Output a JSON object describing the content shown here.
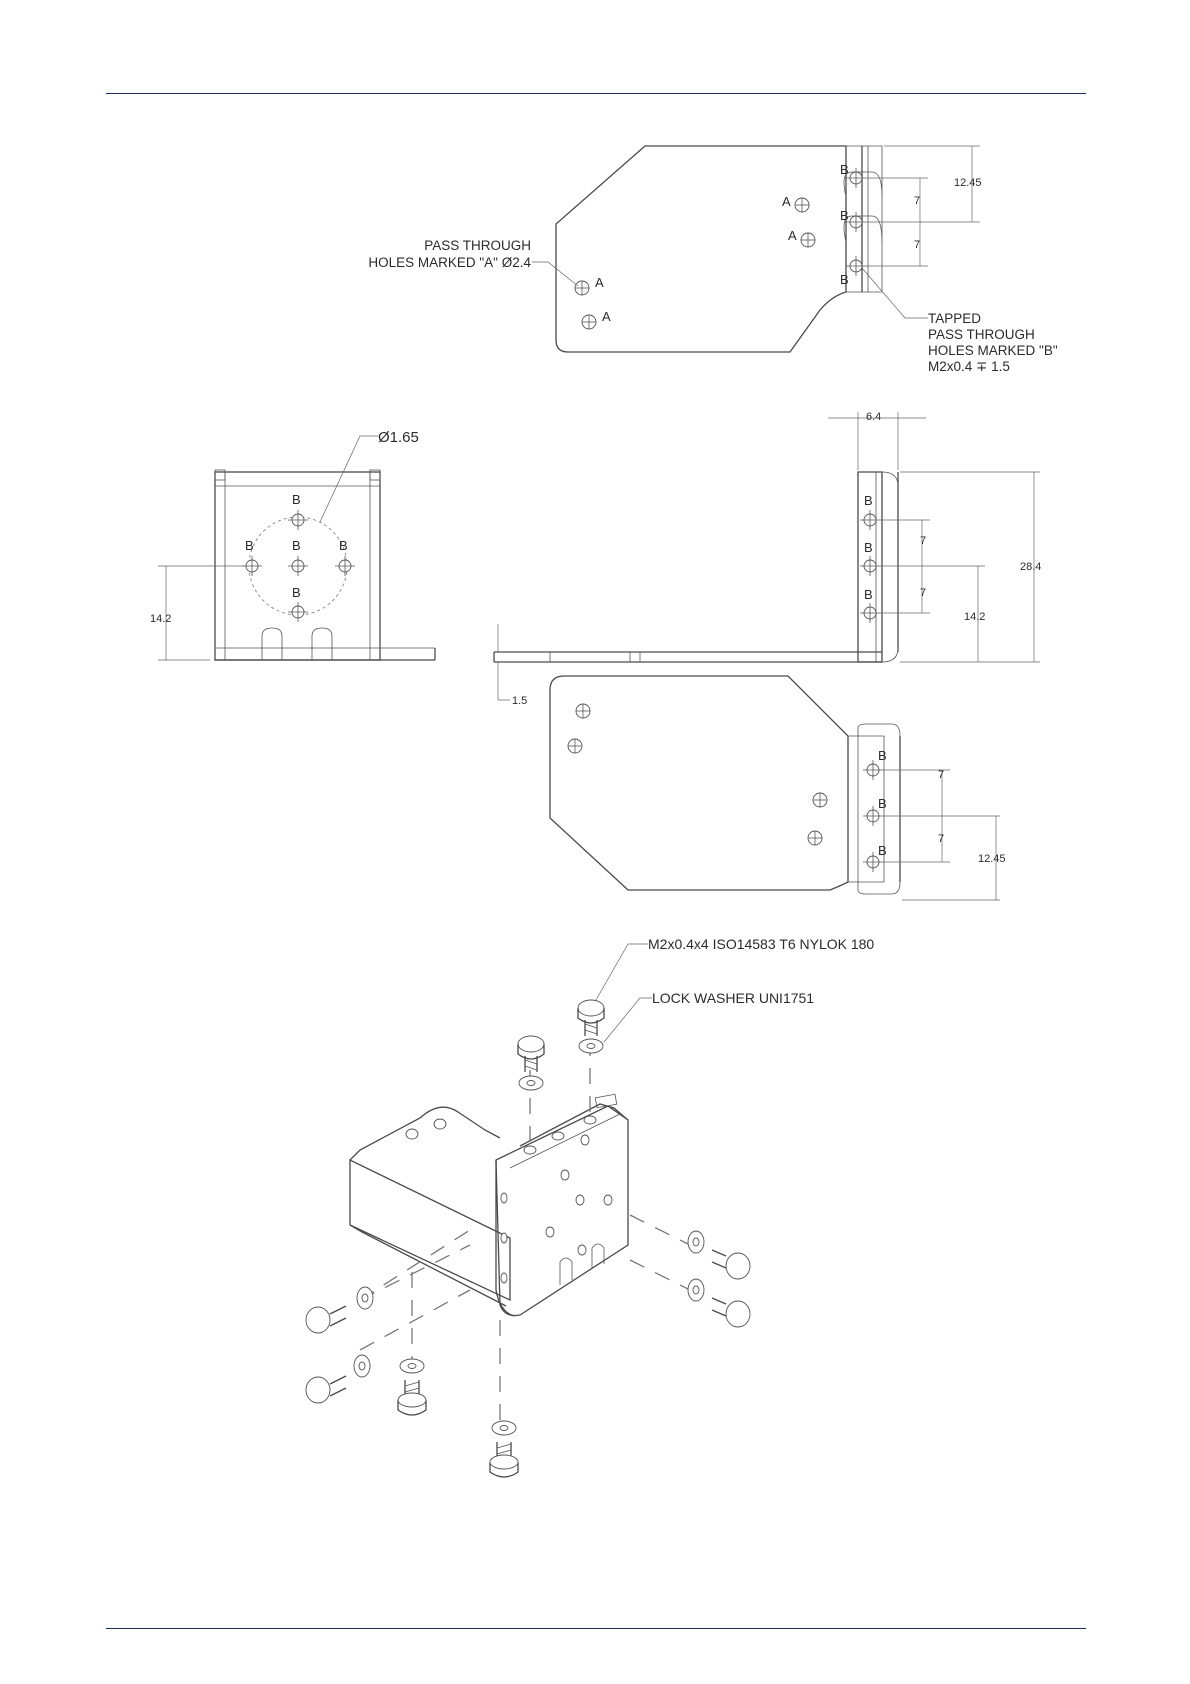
{
  "callouts": {
    "pass_through_line1": "PASS THROUGH",
    "pass_through_line2": "HOLES MARKED  \"A\" Ø2.4",
    "tapped_line1": "TAPPED",
    "tapped_line2": "PASS THROUGH",
    "tapped_line3": "HOLES MARKED  \"B\"",
    "tapped_line4": "M2x0.4 ∓ 1.5",
    "diameter_165": "Ø1.65",
    "screw_spec": "M2x0.4x4 ISO14583 T6 NYLOK 180",
    "washer_spec": "LOCK WASHER UNI1751"
  },
  "hole_labels": {
    "a": "A",
    "b": "B"
  },
  "dimensions": {
    "d_12_45": "12.45",
    "d_7": "7",
    "d_6_4": "6.4",
    "d_28_4": "28.4",
    "d_14_2": "14.2",
    "d_1_5": "1.5"
  },
  "colors": {
    "rule": "#1f2a5e",
    "line": "#4a4a4a",
    "text": "#2b2b2b"
  }
}
